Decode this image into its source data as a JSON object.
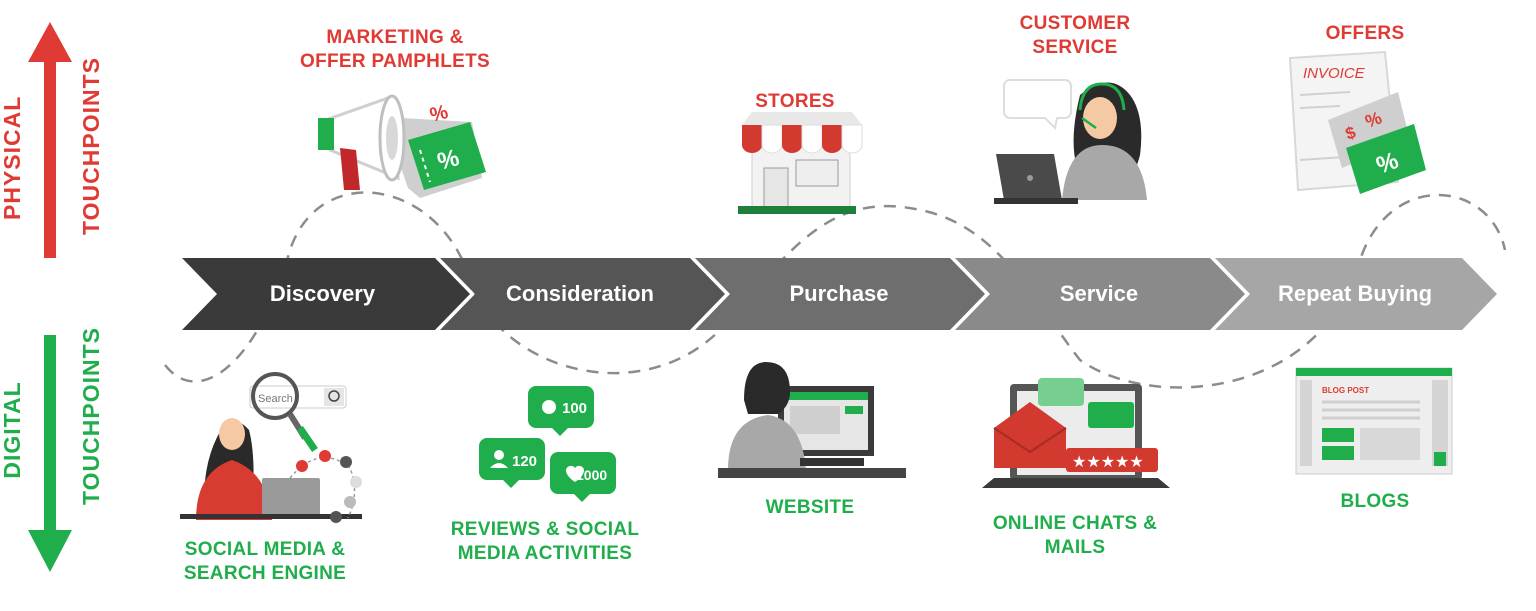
{
  "axes": {
    "physical": {
      "line1": "PHYSICAL",
      "line2": "TOUCHPOINTS",
      "color": "#e03a34"
    },
    "digital": {
      "line1": "DIGITAL",
      "line2": "TOUCHPOINTS",
      "color": "#1fae4b"
    }
  },
  "stages": [
    {
      "label": "Discovery",
      "color": "#3a3a3a"
    },
    {
      "label": "Consideration",
      "color": "#555555"
    },
    {
      "label": "Purchase",
      "color": "#6e6e6e"
    },
    {
      "label": "Service",
      "color": "#8a8a8a"
    },
    {
      "label": "Repeat Buying",
      "color": "#a6a6a6"
    }
  ],
  "physical_touchpoints": [
    {
      "line1": "MARKETING &",
      "line2": "OFFER PAMPHLETS",
      "icon": "megaphone-coupon-icon"
    },
    {
      "line1": "STORES",
      "line2": "",
      "icon": "store-icon"
    },
    {
      "line1": "CUSTOMER",
      "line2": "SERVICE",
      "icon": "support-agent-icon"
    },
    {
      "line1": "OFFERS",
      "line2": "",
      "icon": "invoice-coupon-icon"
    }
  ],
  "digital_touchpoints": [
    {
      "line1": "SOCIAL MEDIA &",
      "line2": "SEARCH ENGINE",
      "icon": "social-search-icon"
    },
    {
      "line1": "REVIEWS & SOCIAL",
      "line2": "MEDIA ACTIVITIES",
      "icon": "social-bubbles-icon"
    },
    {
      "line1": "WEBSITE",
      "line2": "",
      "icon": "website-user-icon"
    },
    {
      "line1": "ONLINE CHATS &",
      "line2": "MAILS",
      "icon": "laptop-mail-icon"
    },
    {
      "line1": "BLOGS",
      "line2": "",
      "icon": "blog-page-icon"
    }
  ],
  "icon_text": {
    "percent": "%",
    "dollar": "$",
    "invoice": "INVOICE",
    "search": "Search",
    "count_comments": "100",
    "count_followers": "120",
    "count_likes": "1000",
    "stars": "★★★★★",
    "blog_post": "BLOG POST"
  },
  "colors": {
    "red": "#e03a34",
    "green": "#1fae4b",
    "dark": "#333333",
    "dash": "#8c8c8c"
  }
}
